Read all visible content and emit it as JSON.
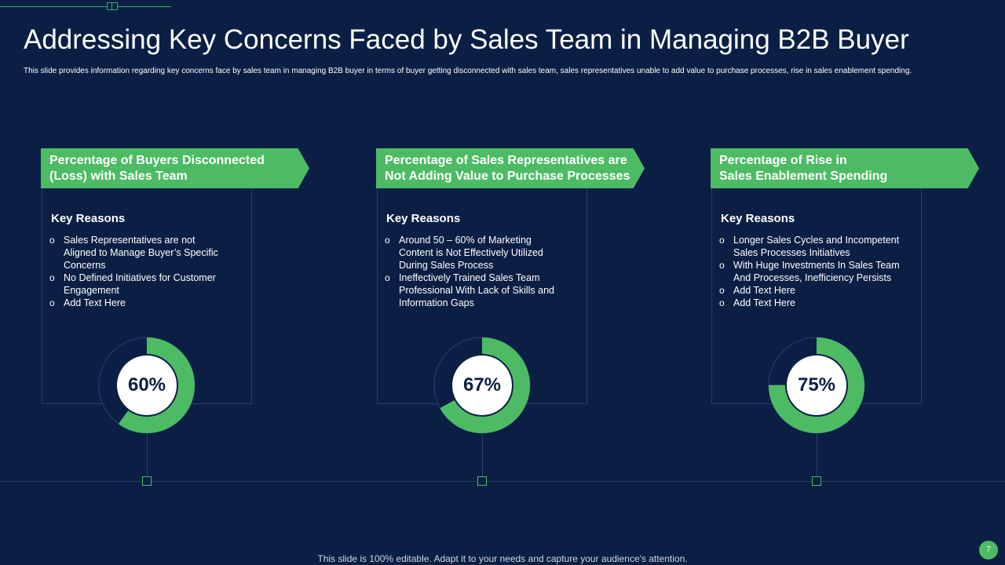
{
  "title": "Addressing Key Concerns Faced by Sales Team in Managing B2B Buyer",
  "subtitle": "This slide provides information regarding key concerns face by sales team in managing B2B buyer in terms of buyer getting disconnected with sales team, sales representatives unable to add value to purchase processes, rise in sales enablement spending.",
  "colors": {
    "background": "#0b1f45",
    "accent": "#4dbb63",
    "track": "#0b1f45",
    "track_border": "#26406b"
  },
  "bullet_icon": "circle-bullet-icon",
  "cards": [
    {
      "header_lines": [
        "Percentage of Buyers Disconnected",
        "(Loss) with Sales Team"
      ],
      "key_reasons_label": "Key Reasons",
      "bullets": [
        [
          "Sales Representatives are not",
          "Aligned to Manage Buyer’s Specific",
          "Concerns"
        ],
        [
          "No Defined Initiatives for Customer",
          "Engagement"
        ],
        [
          "Add Text Here"
        ]
      ],
      "percent_value": 60,
      "percent_label": "60%"
    },
    {
      "header_lines": [
        "Percentage of Sales Representatives are",
        "Not Adding Value to Purchase Processes"
      ],
      "key_reasons_label": "Key Reasons",
      "bullets": [
        [
          "Around 50 – 60% of Marketing",
          "Content is Not Effectively Utilized",
          "During Sales Process"
        ],
        [
          "Ineffectively Trained Sales Team",
          "Professional With Lack of Skills and",
          "Information Gaps"
        ]
      ],
      "percent_value": 67,
      "percent_label": "67%"
    },
    {
      "header_lines": [
        "Percentage of Rise in",
        "Sales Enablement Spending"
      ],
      "key_reasons_label": "Key Reasons",
      "bullets": [
        [
          "Longer Sales Cycles and Incompetent",
          "Sales Processes Initiatives"
        ],
        [
          "With Huge Investments In Sales Team",
          "And Processes, Inefficiency Persists"
        ],
        [
          "Add Text Here"
        ],
        [
          "Add Text Here"
        ]
      ],
      "percent_value": 75,
      "percent_label": "75%"
    }
  ],
  "footer": "This slide is 100% editable. Adapt it to your needs and capture your audience's attention.",
  "page_number": "7"
}
